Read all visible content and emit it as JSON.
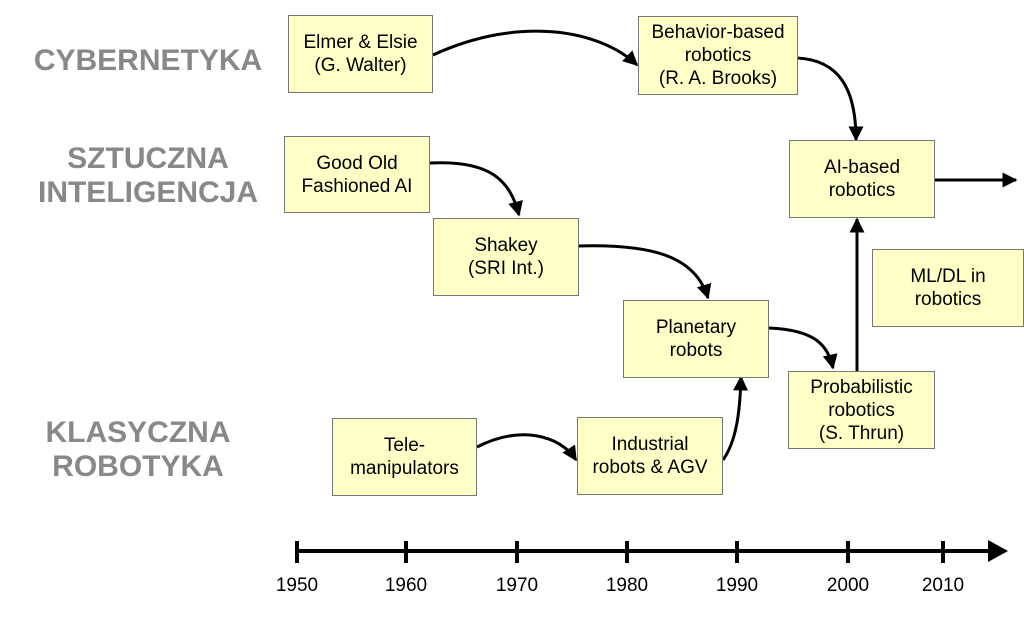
{
  "lanes": {
    "cybernetics": [
      "CYBERNETYKA"
    ],
    "ai": [
      "SZTUCZNA",
      "INTELIGENCJA"
    ],
    "classic": [
      "KLASYCZNA",
      "ROBOTYKA"
    ]
  },
  "nodes": {
    "elmer": [
      "Elmer & Elsie",
      "(G. Walter)"
    ],
    "behavior": [
      "Behavior-based",
      "robotics",
      "(R. A. Brooks)"
    ],
    "gofai": [
      "Good Old",
      "Fashioned AI"
    ],
    "shakey": [
      "Shakey",
      "(SRI Int.)"
    ],
    "ai_based": [
      "AI-based",
      "robotics"
    ],
    "mldl": [
      "ML/DL in",
      "robotics"
    ],
    "planetary": [
      "Planetary",
      "robots"
    ],
    "probabilistic": [
      "Probabilistic",
      "robotics",
      "(S. Thrun)"
    ],
    "tele": [
      "Tele-",
      "manipulators"
    ],
    "industrial": [
      "Industrial",
      "robots & AGV"
    ]
  },
  "timeline": {
    "ticks": [
      "1950",
      "1960",
      "1970",
      "1980",
      "1990",
      "2000",
      "2010"
    ]
  },
  "colors": {
    "box_fill": "#ffffc8",
    "lane_text": "#888888",
    "arrow": "#000000"
  }
}
